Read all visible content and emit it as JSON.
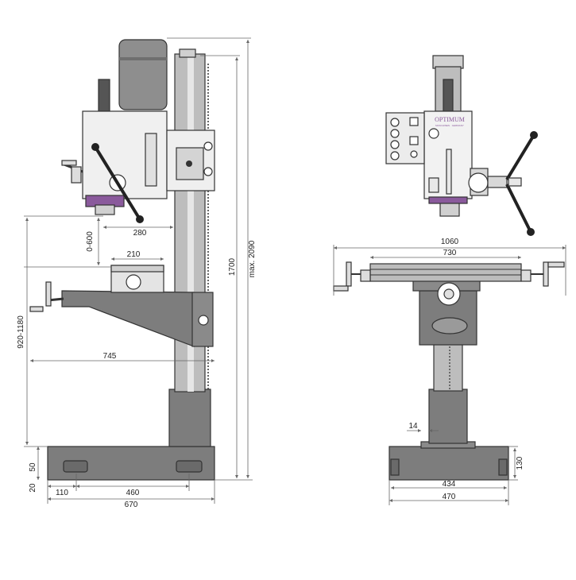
{
  "brand": {
    "name": "OPTIMUM",
    "tagline": "MASCHINEN · GERMANY",
    "accent_color": "#8a5a9c"
  },
  "colors": {
    "body_dark": "#7d7d7d",
    "body_mid": "#b8b8b8",
    "body_light": "#e2e2e2",
    "outline": "#333333",
    "dimension_line": "#666666"
  },
  "side_view": {
    "dimensions": {
      "spindle_to_column": "280",
      "spindle_travel": "0-600",
      "table_width": "210",
      "table_height_range": "920-1180",
      "spindle_to_base_edge": "745",
      "column_height": "1700",
      "max_height": "max. 2090",
      "base_height": "50",
      "base_offset": "20",
      "base_front_offset": "110",
      "base_slot_distance": "460",
      "base_length": "670"
    }
  },
  "front_view": {
    "dimensions": {
      "table_length": "1060",
      "table_travel": "730",
      "slot_width": "14",
      "base_height": "130",
      "base_slot_distance": "434",
      "base_width": "470"
    }
  },
  "icons": [
    "handwheel-icon",
    "motor-icon",
    "control-panel-icon",
    "crank-handle-icon"
  ]
}
